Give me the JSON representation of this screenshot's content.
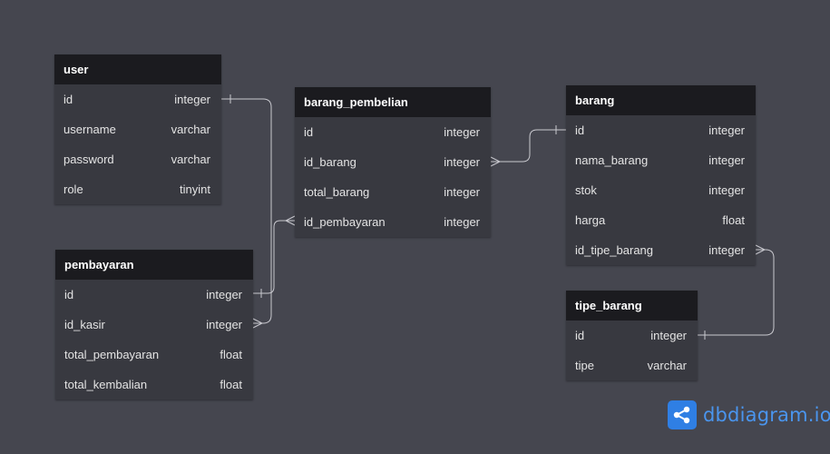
{
  "tables": {
    "user": {
      "name": "user",
      "fields": [
        {
          "name": "id",
          "type": "integer"
        },
        {
          "name": "username",
          "type": "varchar"
        },
        {
          "name": "password",
          "type": "varchar"
        },
        {
          "name": "role",
          "type": "tinyint"
        }
      ]
    },
    "pembayaran": {
      "name": "pembayaran",
      "fields": [
        {
          "name": "id",
          "type": "integer"
        },
        {
          "name": "id_kasir",
          "type": "integer"
        },
        {
          "name": "total_pembayaran",
          "type": "float"
        },
        {
          "name": "total_kembalian",
          "type": "float"
        }
      ]
    },
    "barang_pembelian": {
      "name": "barang_pembelian",
      "fields": [
        {
          "name": "id",
          "type": "integer"
        },
        {
          "name": "id_barang",
          "type": "integer"
        },
        {
          "name": "total_barang",
          "type": "integer"
        },
        {
          "name": "id_pembayaran",
          "type": "integer"
        }
      ]
    },
    "barang": {
      "name": "barang",
      "fields": [
        {
          "name": "id",
          "type": "integer"
        },
        {
          "name": "nama_barang",
          "type": "integer"
        },
        {
          "name": "stok",
          "type": "integer"
        },
        {
          "name": "harga",
          "type": "float"
        },
        {
          "name": "id_tipe_barang",
          "type": "integer"
        }
      ]
    },
    "tipe_barang": {
      "name": "tipe_barang",
      "fields": [
        {
          "name": "id",
          "type": "integer"
        },
        {
          "name": "tipe",
          "type": "varchar"
        }
      ]
    }
  },
  "branding": {
    "logo_text_main": "dbdiagram",
    "logo_text_suffix": ".io",
    "logo_icon": "share-nodes-icon"
  },
  "colors": {
    "background": "#45464f",
    "table_header": "#1b1b1f",
    "table_body": "#383940",
    "connector": "#c9c9cf",
    "brand": "#2f7fe4"
  }
}
